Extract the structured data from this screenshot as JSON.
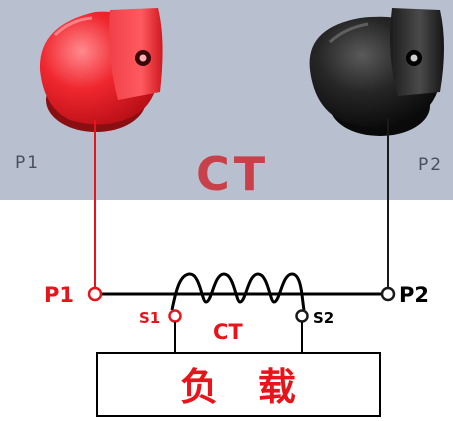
{
  "panel": {
    "label_left": "P1",
    "label_right": "P2",
    "title": "CT"
  },
  "circuit": {
    "primary_left": "P1",
    "primary_right": "P2",
    "secondary_left": "S1",
    "secondary_right": "S2",
    "coil_label": "CT",
    "load_label": "负   载"
  },
  "colors": {
    "panel_bg": "#b8bfcf",
    "terminal_red": "#e81e25",
    "terminal_black": "#1a1a1a",
    "label_red": "#e8141c",
    "label_gray": "#4a4f5c",
    "wire_black": "#000000"
  }
}
